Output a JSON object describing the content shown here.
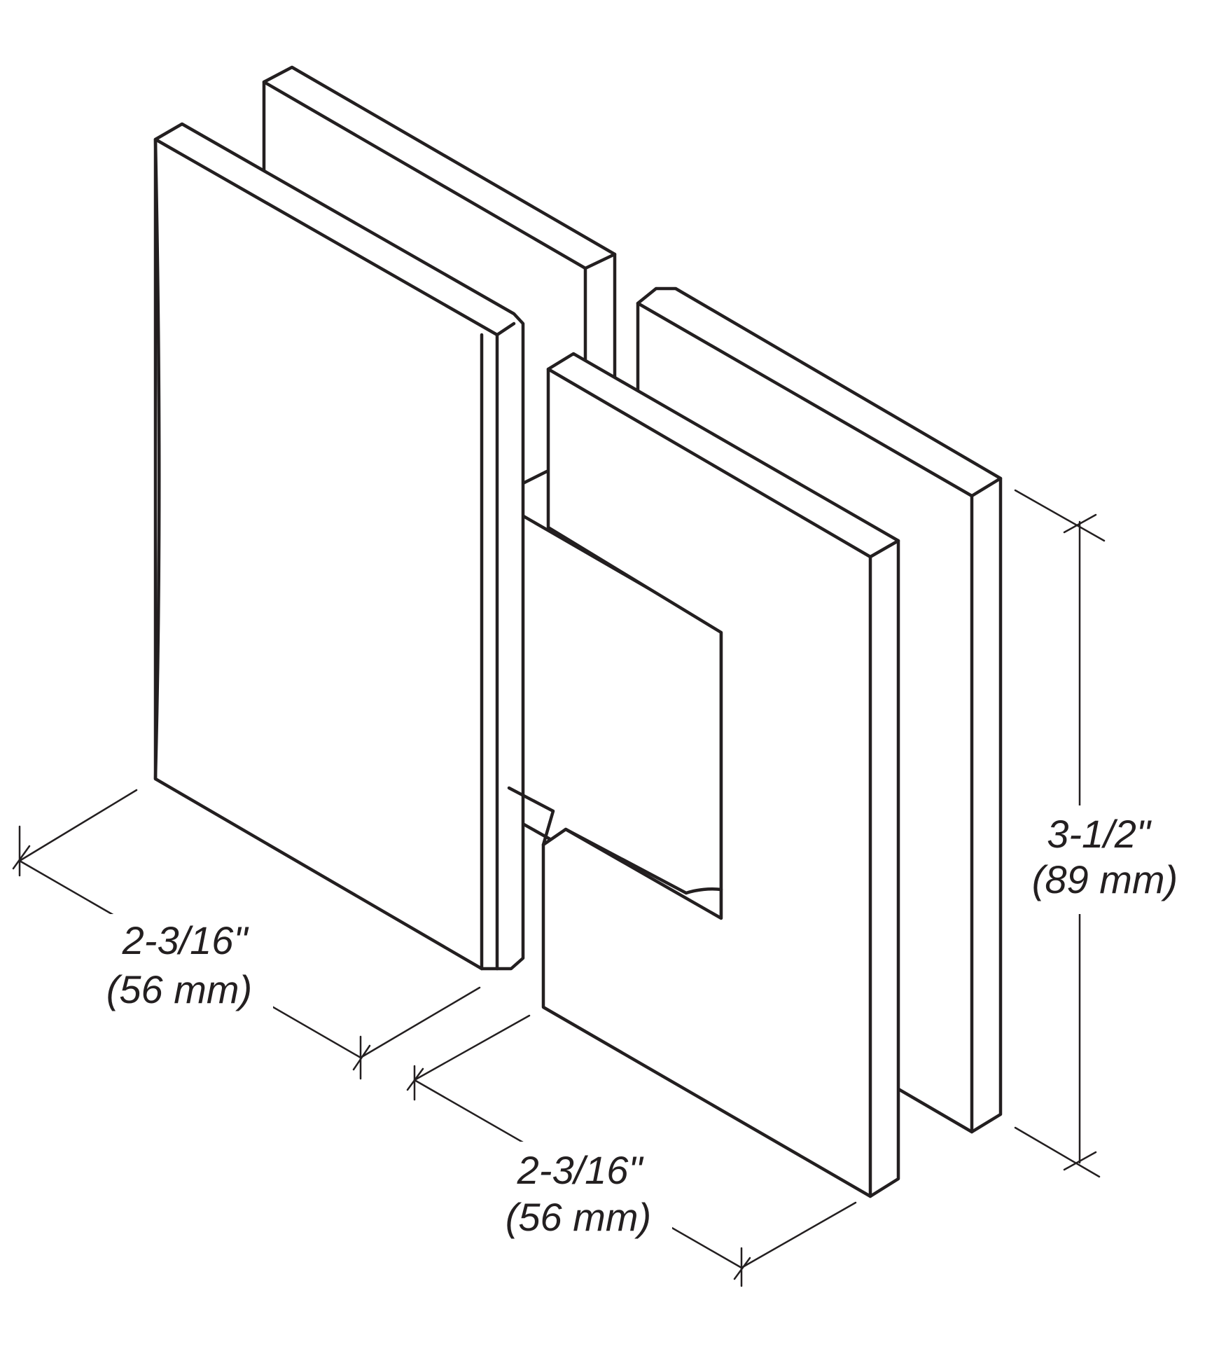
{
  "colors": {
    "line": "#231f20",
    "background": "#ffffff"
  },
  "dimensions": {
    "left_width": {
      "imperial": "2-3/16\"",
      "metric": "(56 mm)"
    },
    "right_width": {
      "imperial": "2-3/16\"",
      "metric": "(56 mm)"
    },
    "height": {
      "imperial": "3-1/2\"",
      "metric": "(89 mm)"
    }
  }
}
